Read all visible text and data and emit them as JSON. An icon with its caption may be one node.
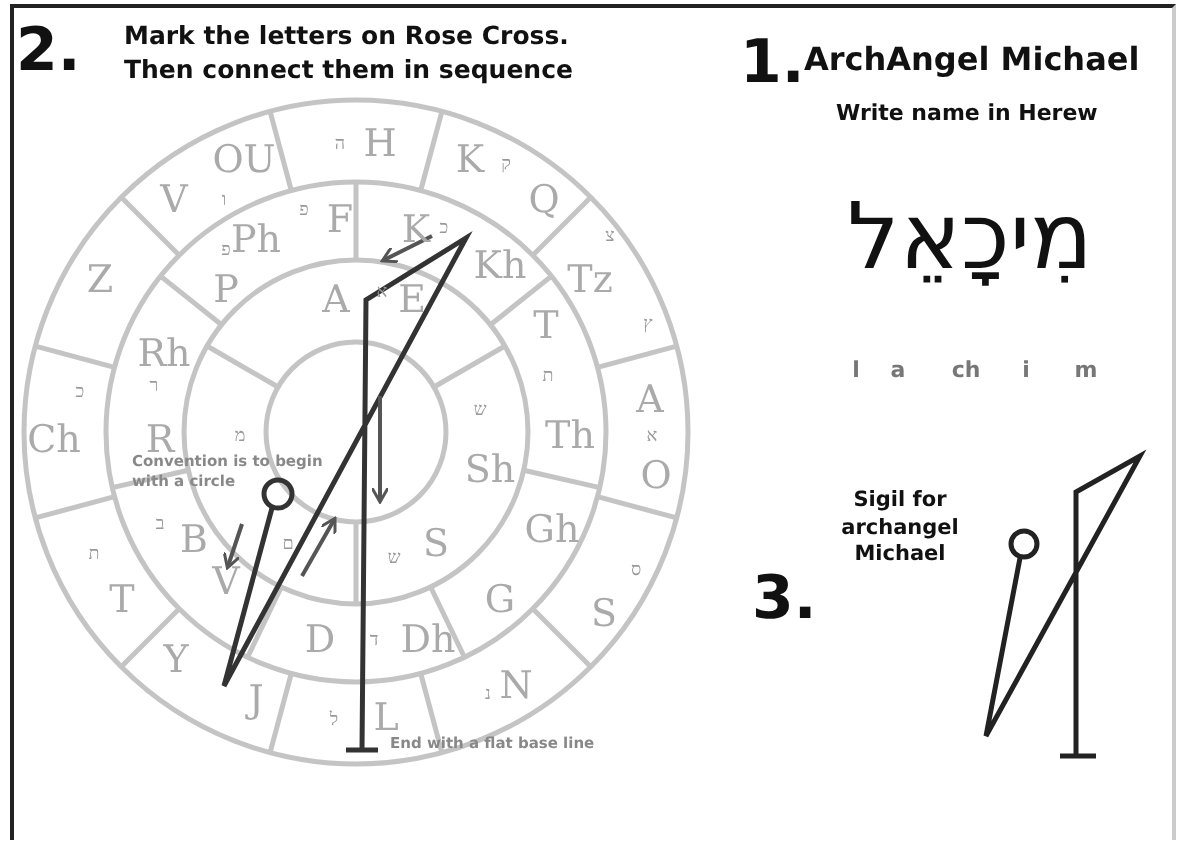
{
  "diagram": {
    "labels": [
      "2.",
      "Mark the letters on Rose Cross. Then connect them in sequence",
      "1.",
      "ArchAngel Michael",
      "Write name in Herew",
      "מִיכָאֵל",
      "l",
      "a",
      "ch",
      "i",
      "m",
      "3.",
      "Sigil for archangel Michael",
      "ה",
      "H",
      "K",
      "ק",
      "V",
      "OU",
      "ו",
      "Q",
      "פ",
      "F",
      "Ph",
      "פ",
      "K",
      "כ",
      "צ",
      "Z",
      "P",
      "A",
      "א",
      "E",
      "Kh",
      "Tz",
      "ץ",
      "T",
      "Rh",
      "כ",
      "ר",
      "ת",
      "A",
      "ש",
      "Ch",
      "R",
      "מ",
      "Th",
      "א",
      "Sh",
      "O",
      "ב",
      "B",
      "Gh",
      "ת",
      "ם",
      "ש",
      "S",
      "V",
      "ס",
      "T",
      "G",
      "S",
      "D",
      "ד",
      "Dh",
      "Y",
      "N",
      "נ",
      "J",
      "ל",
      "L",
      "Convention is to begin with a circle",
      "End with a flat base line"
    ]
  }
}
